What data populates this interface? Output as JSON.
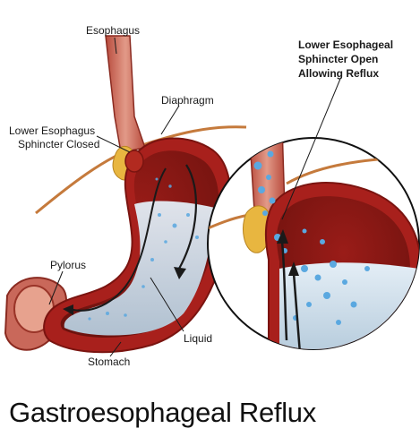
{
  "labels": {
    "esophagus": "Esophagus",
    "diaphragm": "Diaphragm",
    "les_closed_1": "Lower Esophagus",
    "les_closed_2": "Sphincter Closed",
    "les_open_1": "Lower Esophageal",
    "les_open_2": "Sphincter Open",
    "les_open_3": "Allowing Reflux",
    "pylorus": "Pylorus",
    "liquid": "Liquid",
    "stomach": "Stomach"
  },
  "title": "Gastroesophageal Reflux",
  "colors": {
    "tissue_red": "#a8201c",
    "tissue_dark": "#7a1410",
    "esophagus_pink": "#d47a6a",
    "fat_yellow": "#e8b640",
    "liquid_blue": "#c9dbe8",
    "bubble_blue": "#5aa8e0"
  }
}
